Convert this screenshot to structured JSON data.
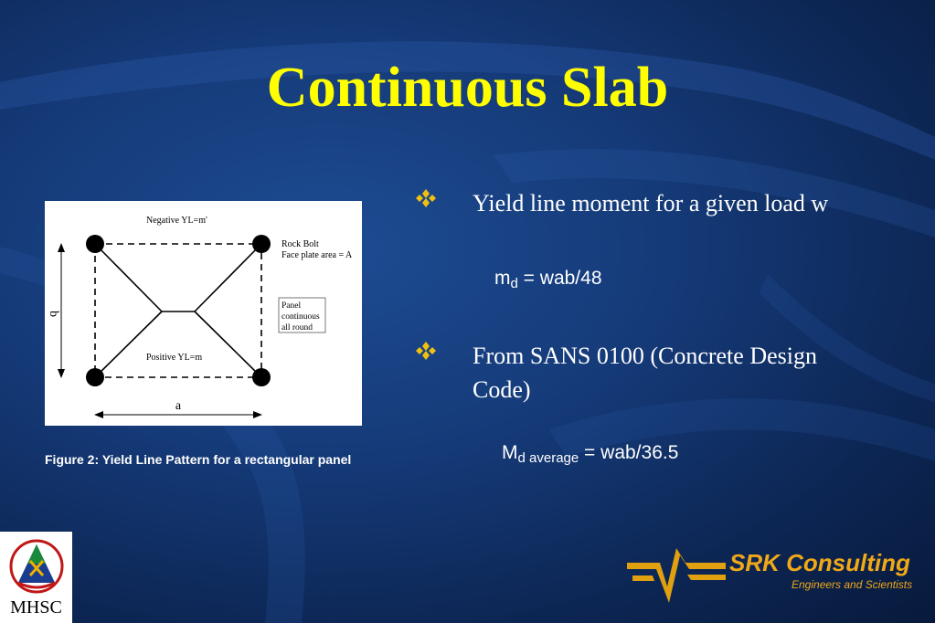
{
  "slide": {
    "title": "Continuous Slab"
  },
  "figure": {
    "label_top": "Negative YL=m'",
    "label_rock_bolt": "Rock Bolt",
    "label_face_plate": "Face plate area = A",
    "label_panel_1": "Panel",
    "label_panel_2": "continuous",
    "label_panel_3": "all round",
    "label_bottom": "Positive YL=m",
    "dim_b": "b",
    "dim_a": "a",
    "caption": "Figure 2: Yield Line Pattern for a rectangular panel"
  },
  "bullets": [
    {
      "text": "Yield line moment for a given load w",
      "formula": {
        "symbol": "m",
        "subscript": "d",
        "equals": " = ",
        "expression": "wab/48"
      }
    },
    {
      "text": "From SANS 0100 (Concrete Design Code)",
      "formula": {
        "symbol": "M",
        "subscript": "d average",
        "equals": " = ",
        "expression": "wab/36.5"
      }
    }
  ],
  "logos": {
    "left_text": "MHSC",
    "right_name": "SRK Consulting",
    "right_tagline": "Engineers and Scientists"
  },
  "colors": {
    "title": "#ffff00",
    "bullet_mark": "#f0c010",
    "srk_gold": "#f0a818"
  }
}
